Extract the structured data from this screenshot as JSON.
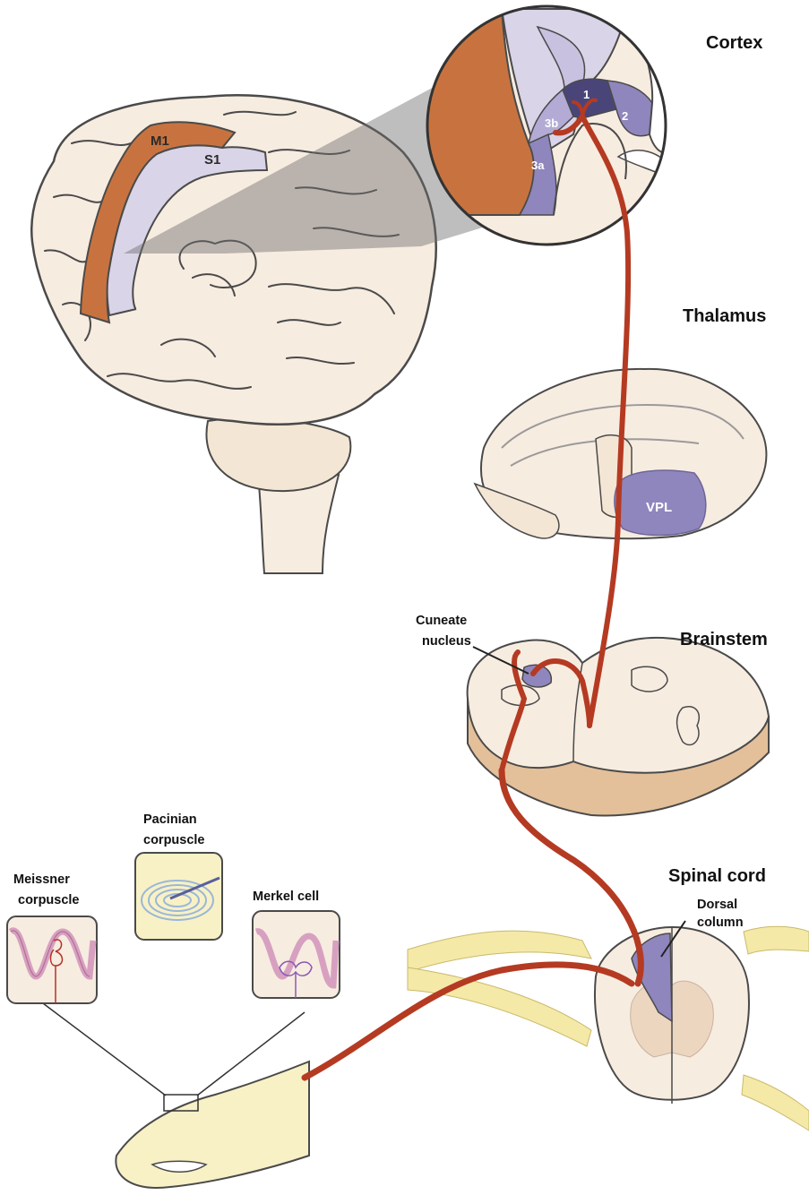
{
  "levels": {
    "cortex": "Cortex",
    "thalamus": "Thalamus",
    "brainstem": "Brainstem",
    "spinal_cord": "Spinal cord"
  },
  "brain_areas": {
    "m1": "M1",
    "s1": "S1"
  },
  "cortex_areas": {
    "area_1": "1",
    "area_2": "2",
    "area_3a": "3a",
    "area_3b": "3b"
  },
  "thalamus_nucleus": "VPL",
  "brainstem_nucleus": {
    "line1": "Cuneate",
    "line2": "nucleus"
  },
  "spinal_structure": {
    "line1": "Dorsal",
    "line2": "column"
  },
  "receptors": {
    "meissner": {
      "line1": "Meissner",
      "line2": "corpuscle"
    },
    "pacinian": {
      "line1": "Pacinian",
      "line2": "corpuscle"
    },
    "merkel": {
      "line1": "Merkel cell"
    }
  },
  "colors": {
    "pathway": "#b53a22",
    "tissue": "#f7ece0",
    "outline": "#4a4a4a",
    "m1": "#c8733f",
    "s1": "#d9d4e8",
    "purple": "#8f86bd",
    "dark_purple": "#4a4578",
    "nerve_yellow": "#f5e9a8",
    "brainstem_side": "#e3c09a"
  }
}
